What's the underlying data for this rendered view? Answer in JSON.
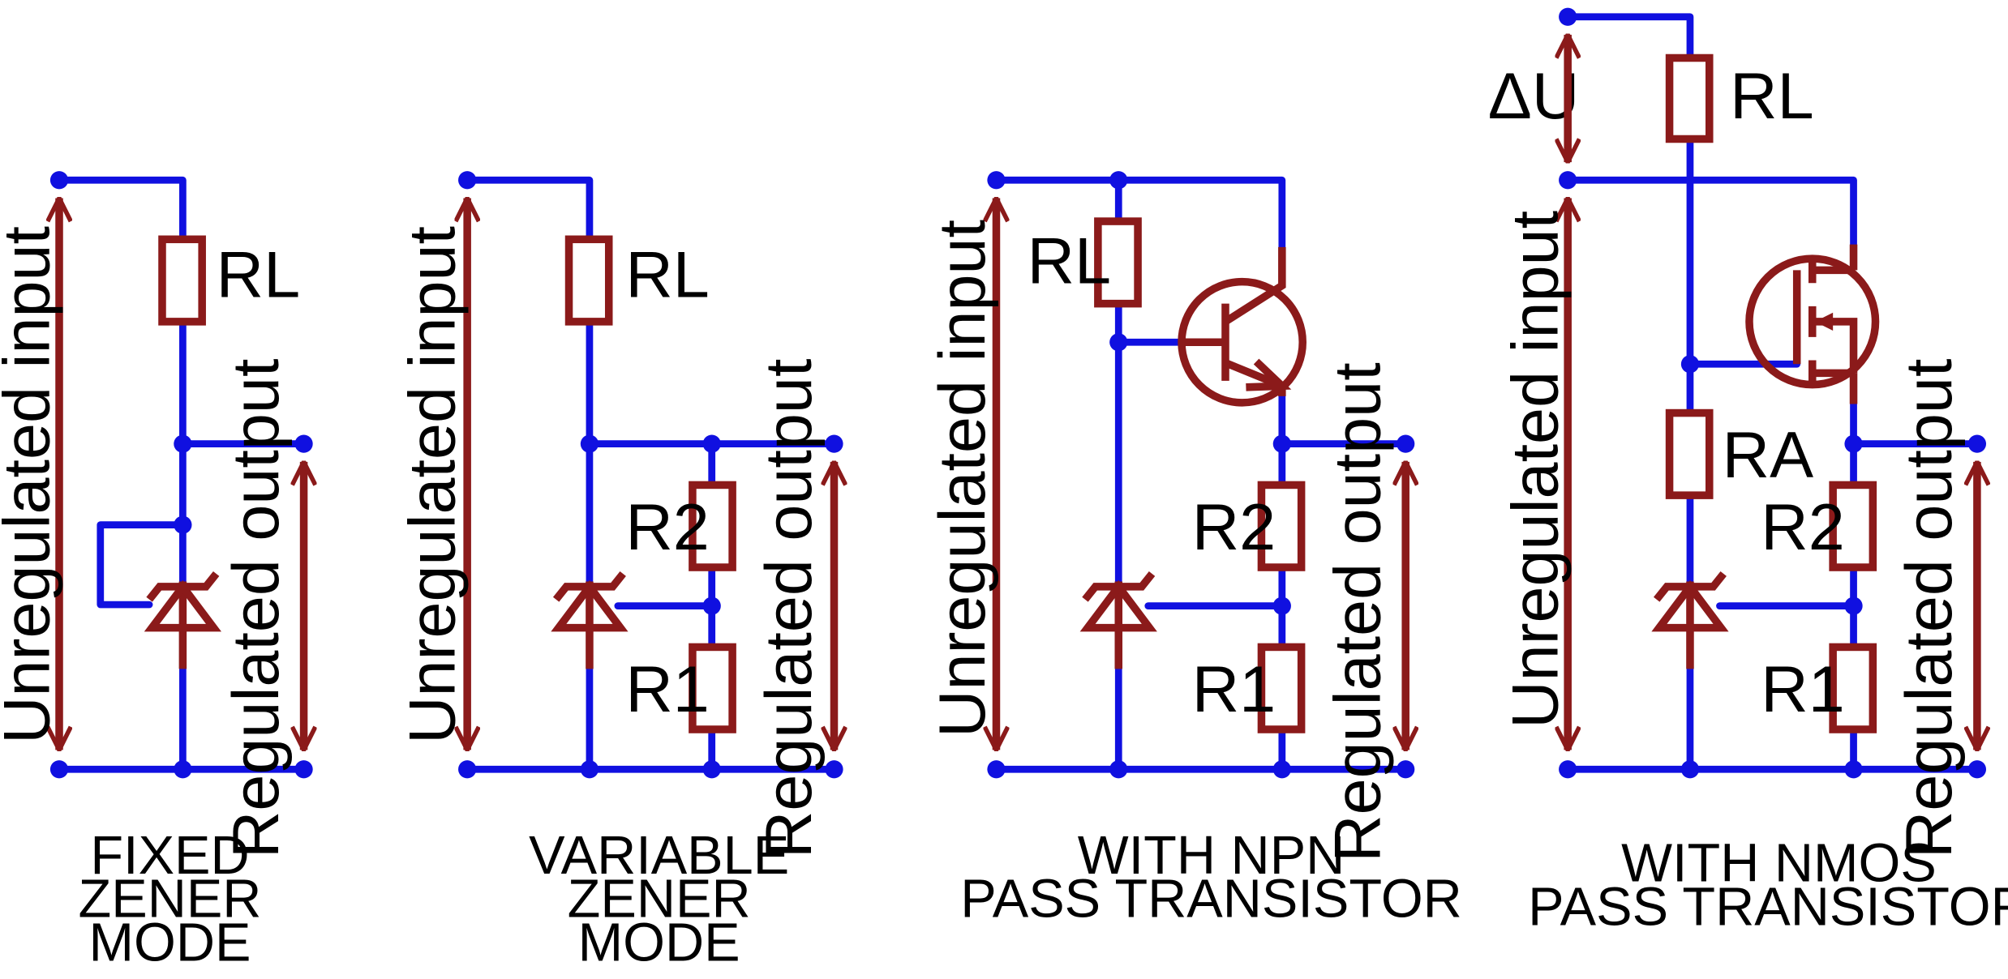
{
  "colors": {
    "wire": "#1010e0",
    "component": "#8b1a1a",
    "text": "#000000"
  },
  "circuits": [
    {
      "id": "fixed",
      "component_labels": {
        "rl": "RL"
      },
      "input_label": "Unregulated input",
      "output_label": "Regulated output",
      "caption": [
        "FIXED",
        "ZENER",
        "MODE"
      ]
    },
    {
      "id": "variable",
      "component_labels": {
        "rl": "RL",
        "r2": "R2",
        "r1": "R1"
      },
      "input_label": "Unregulated input",
      "output_label": "Regulated output",
      "caption": [
        "VARIABLE",
        "ZENER",
        "MODE"
      ]
    },
    {
      "id": "npn",
      "component_labels": {
        "rl": "RL",
        "r2": "R2",
        "r1": "R1"
      },
      "input_label": "Unregulated input",
      "output_label": "Regulated output",
      "caption": [
        "WITH NPN",
        "PASS TRANSISTOR"
      ]
    },
    {
      "id": "nmos",
      "component_labels": {
        "rl": "RL",
        "ra": "RA",
        "r2": "R2",
        "r1": "R1",
        "delta": "ΔU"
      },
      "input_label": "Unregulated input",
      "output_label": "Regulated output",
      "caption": [
        "WITH NMOS",
        "PASS TRANSISTOR"
      ]
    }
  ]
}
